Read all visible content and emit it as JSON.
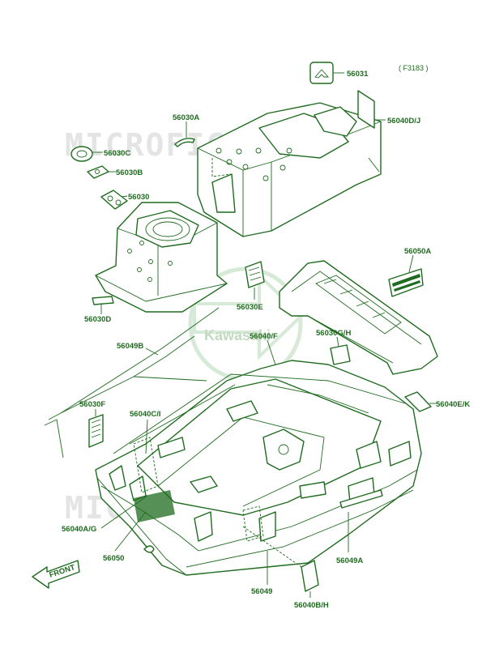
{
  "figure_code": "( F3183 )",
  "watermark": "MICROFICHE.NET",
  "logo_text": "Kawasaki",
  "front_label": "FRONT",
  "parts": {
    "p56031": "56031",
    "p56040DJ": "56040D/J",
    "p56030A": "56030A",
    "p56030C": "56030C",
    "p56030B": "56030B",
    "p56030": "56030",
    "p56030D": "56030D",
    "p56030E": "56030E",
    "p56050A": "56050A",
    "p56049B": "56049B",
    "p56040F": "56040/F",
    "p56030GH": "56030G/H",
    "p56040EK": "56040E/K",
    "p56030F": "56030F",
    "p56040CI": "56040C/I",
    "p56040AG": "56040A/G",
    "p56050": "56050",
    "p56049A": "56049A",
    "p56049": "56049",
    "p56040BH": "56040B/H"
  },
  "colors": {
    "ink": "#1f6b1f",
    "watermark": "#e4e4e4",
    "background": "#ffffff"
  }
}
